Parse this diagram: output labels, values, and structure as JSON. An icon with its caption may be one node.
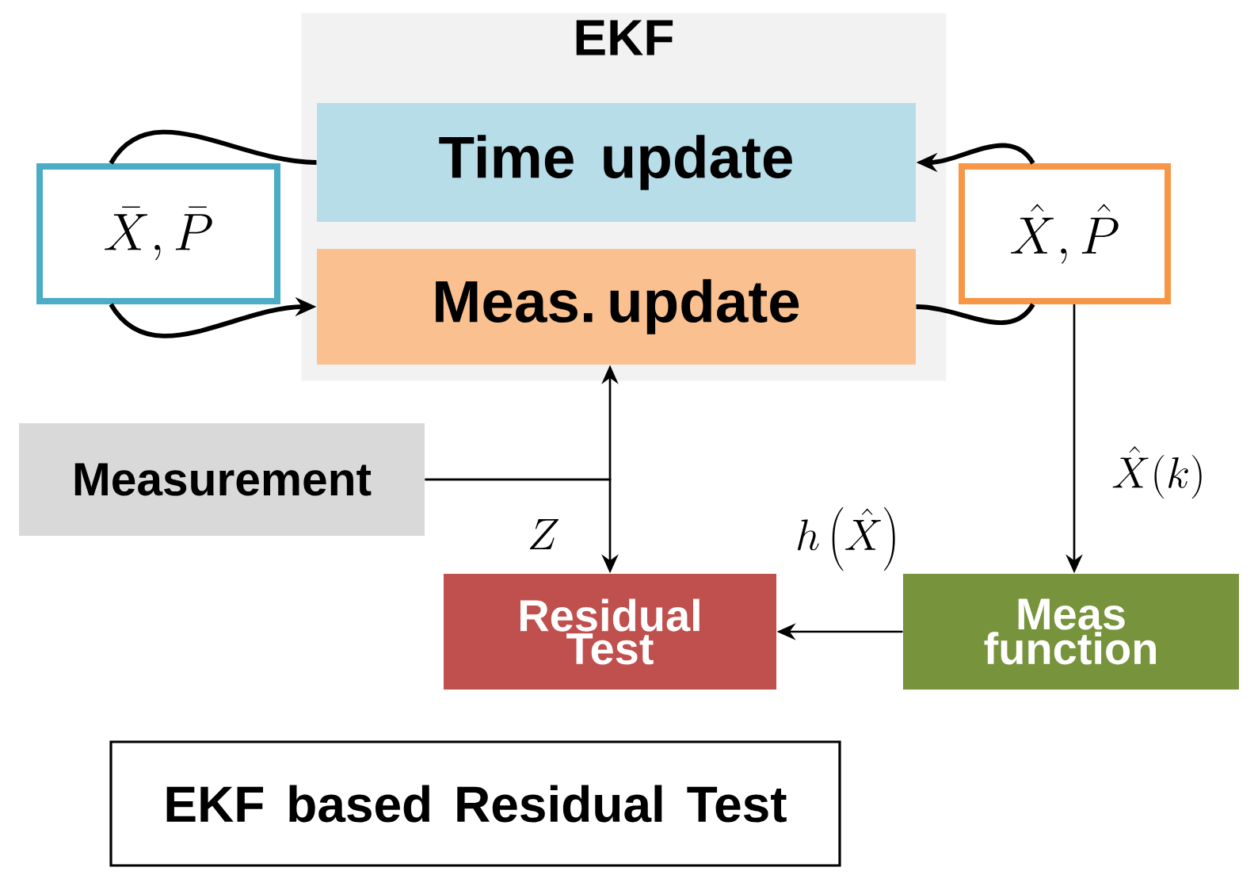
{
  "diagram": {
    "nodes": [
      {
        "text": [
          "EKF"
        ]
      },
      {
        "text": [
          "Time update"
        ],
        "in": 0
      },
      {
        "text": [
          "Meas. update"
        ],
        "in": 0
      },
      {
        "text": [
          "\\bar{X},\\bar{P}"
        ]
      },
      {
        "text": [
          "\\hat{X},\\hat{P}"
        ]
      },
      {
        "text": [
          "Measurement"
        ]
      },
      {
        "text": [
          "Residual Test"
        ]
      },
      {
        "text": [
          "Meas function"
        ]
      },
      {
        "text": [
          "EKF based Residual Test"
        ]
      }
    ],
    "edges": [
      {
        "from": 1,
        "to": 3,
        "arrow": "none",
        "style": "thick"
      },
      {
        "from": 3,
        "to": 2,
        "arrow": "to",
        "style": "thick"
      },
      {
        "from": 2,
        "to": 4,
        "arrow": "none",
        "style": "thick"
      },
      {
        "from": 4,
        "to": 1,
        "arrow": "to",
        "style": "thick"
      },
      {
        "from": 5,
        "to": 2,
        "arrow": "to"
      },
      {
        "from": 5,
        "to": 6,
        "arrow": "to",
        "label": "Z"
      },
      {
        "from": 4,
        "to": 7,
        "arrow": "to",
        "label": "\\hat{X}(k)"
      },
      {
        "from": 7,
        "to": 6,
        "arrow": "to",
        "label": "h\\left(\\hat{X}\\right)"
      }
    ]
  }
}
